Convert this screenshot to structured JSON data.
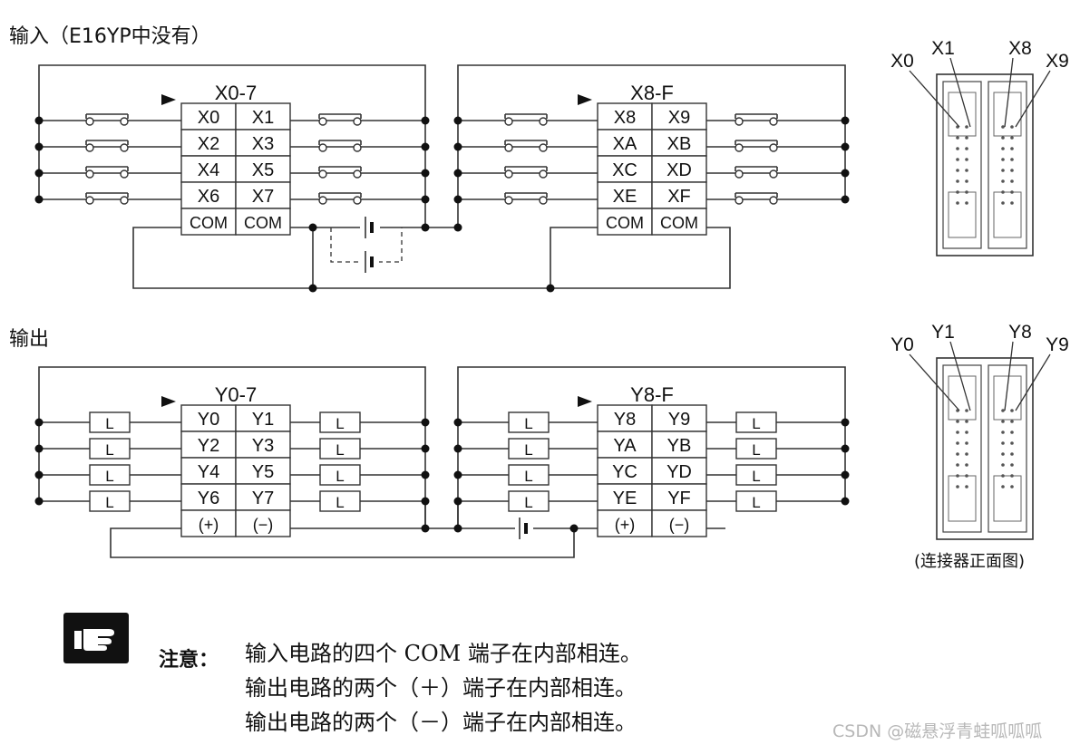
{
  "input_section": {
    "title": "输入（E16YP中没有）",
    "blocks": [
      {
        "header": "X0-7",
        "rows": [
          [
            "X0",
            "X1"
          ],
          [
            "X2",
            "X3"
          ],
          [
            "X4",
            "X5"
          ],
          [
            "X6",
            "X7"
          ],
          [
            "COM",
            "COM"
          ]
        ]
      },
      {
        "header": "X8-F",
        "rows": [
          [
            "X8",
            "X9"
          ],
          [
            "XA",
            "XB"
          ],
          [
            "XC",
            "XD"
          ],
          [
            "XE",
            "XF"
          ],
          [
            "COM",
            "COM"
          ]
        ]
      }
    ],
    "connector_labels": [
      "X0",
      "X1",
      "X8",
      "X9"
    ]
  },
  "output_section": {
    "title": "输出",
    "blocks": [
      {
        "header": "Y0-7",
        "rows": [
          [
            "Y0",
            "Y1"
          ],
          [
            "Y2",
            "Y3"
          ],
          [
            "Y4",
            "Y5"
          ],
          [
            "Y6",
            "Y7"
          ],
          [
            "(+)",
            "(−)"
          ]
        ]
      },
      {
        "header": "Y8-F",
        "rows": [
          [
            "Y8",
            "Y9"
          ],
          [
            "YA",
            "YB"
          ],
          [
            "YC",
            "YD"
          ],
          [
            "YE",
            "YF"
          ],
          [
            "(+)",
            "(−)"
          ]
        ]
      }
    ],
    "load_label": "L",
    "connector_labels": [
      "Y0",
      "Y1",
      "Y8",
      "Y9"
    ]
  },
  "connector_caption": "(连接器正面图)",
  "note": {
    "label": "注意：",
    "lines": [
      "输入电路的四个 COM 端子在内部相连。",
      "输出电路的两个（＋）端子在内部相连。",
      "输出电路的两个（－）端子在内部相连。"
    ]
  },
  "watermark": "CSDN @磁悬浮青蛙呱呱呱"
}
